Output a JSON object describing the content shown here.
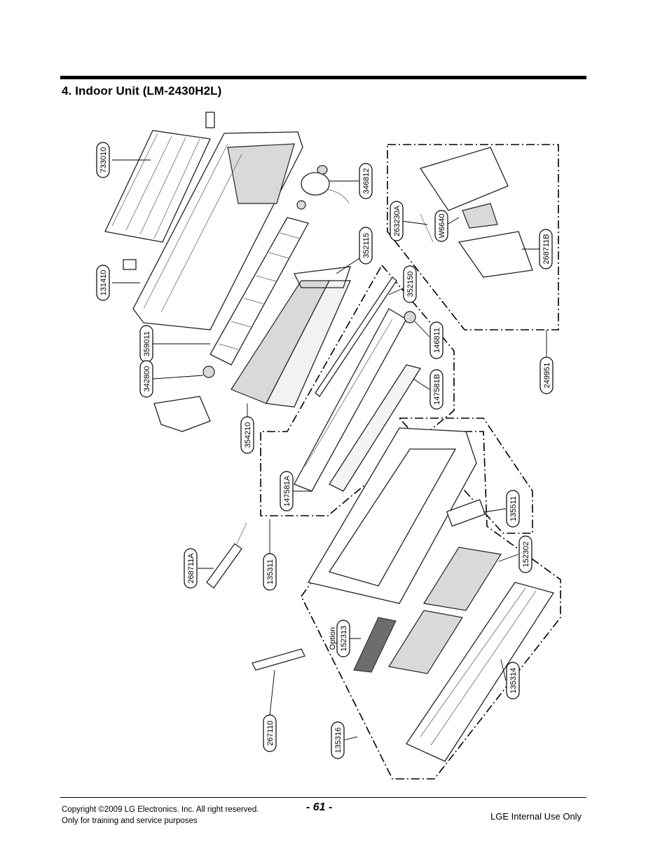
{
  "header": {
    "title": "4. Indoor Unit (LM-2430H2L)"
  },
  "labels": {
    "p733010": "733010",
    "p131410": "131410",
    "p346812": "346812",
    "p263230A": "263230A",
    "pW6640": "W6640",
    "p268711B": "268711B",
    "p352115": "352115",
    "p352150": "352150",
    "p146811": "146811",
    "p359011": "359011",
    "p342800": "342800",
    "p147581B": "147581B",
    "p249951": "249951",
    "p354210": "354210",
    "p147581A": "147581A",
    "p135511": "135511",
    "p268711A": "268711A",
    "p135311": "135311",
    "p152302": "152302",
    "option": "Option",
    "p152313": "152313",
    "p135314": "135314",
    "p267110": "267110",
    "p135316": "135316"
  },
  "footer": {
    "copyright": "Copyright ©2009 LG Electronics. Inc. All right reserved.",
    "training": "Only for training and service purposes",
    "page": "- 61 -",
    "internal": "LGE Internal Use Only"
  }
}
